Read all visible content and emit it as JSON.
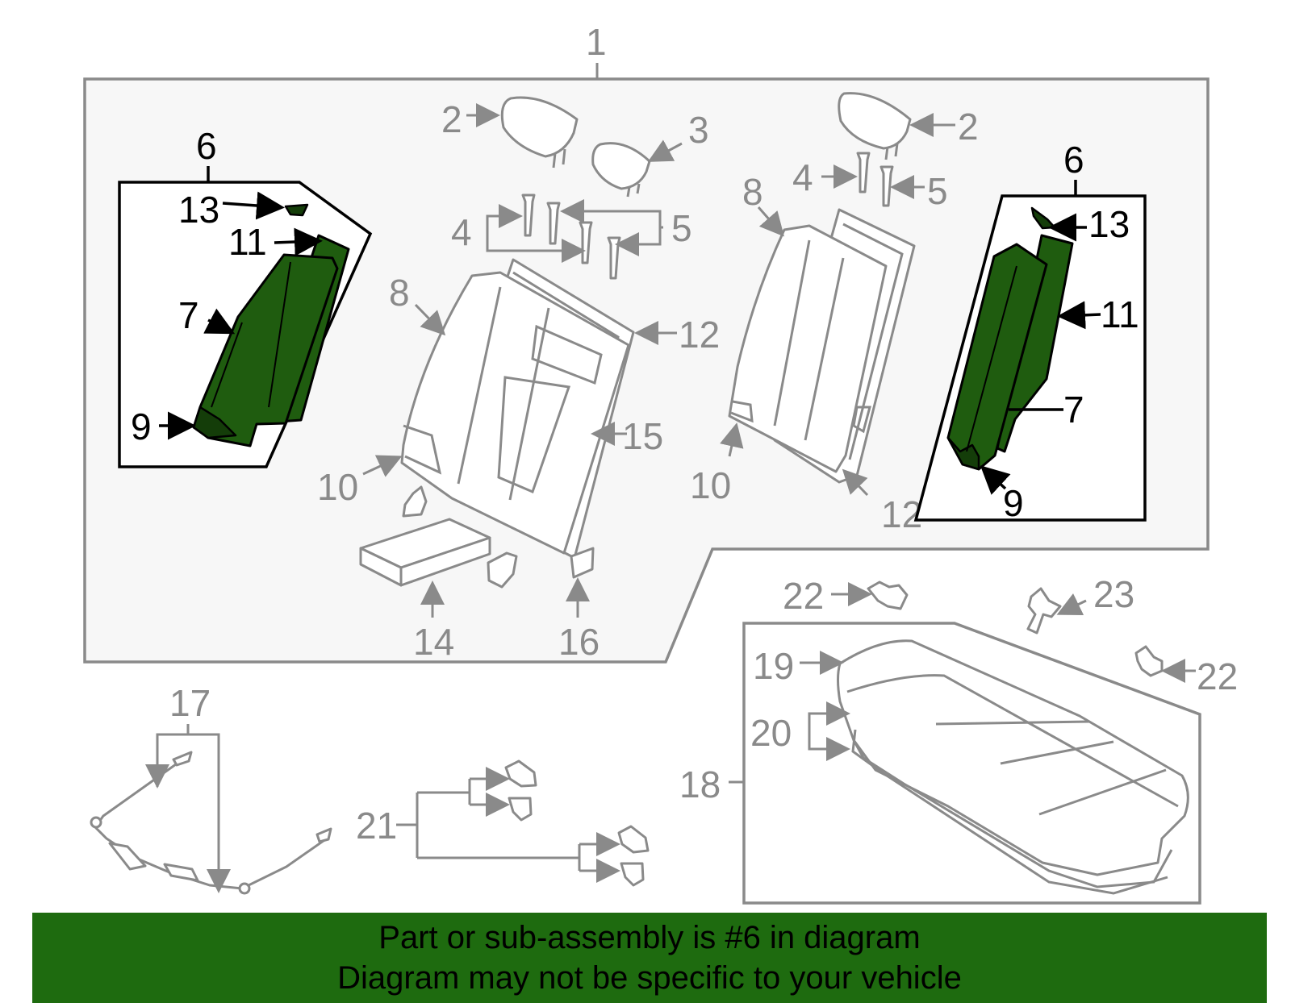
{
  "callouts": {
    "c1": "1",
    "c2a": "2",
    "c2b": "2",
    "c3": "3",
    "c4a": "4",
    "c4b": "4",
    "c5a": "5",
    "c5b": "5",
    "c6a": "6",
    "c6b": "6",
    "c7a": "7",
    "c7b": "7",
    "c8a": "8",
    "c8b": "8",
    "c9a": "9",
    "c9b": "9",
    "c10a": "10",
    "c10b": "10",
    "c11a": "11",
    "c11b": "11",
    "c12a": "12",
    "c12b": "12",
    "c13a": "13",
    "c13b": "13",
    "c14": "14",
    "c15": "15",
    "c16": "16",
    "c17": "17",
    "c18": "18",
    "c19": "19",
    "c20": "20",
    "c21": "21",
    "c22a": "22",
    "c22b": "22",
    "c23": "23"
  },
  "banner": {
    "line1": "Part or sub-assembly is #6 in diagram",
    "line2": "Diagram may not be specific to your vehicle"
  },
  "colors": {
    "highlight_part": "#1f5c0f",
    "banner_bg": "#1e6b0f",
    "panel_bg": "#f7f7f7",
    "line_gray": "#8a8a8a"
  }
}
